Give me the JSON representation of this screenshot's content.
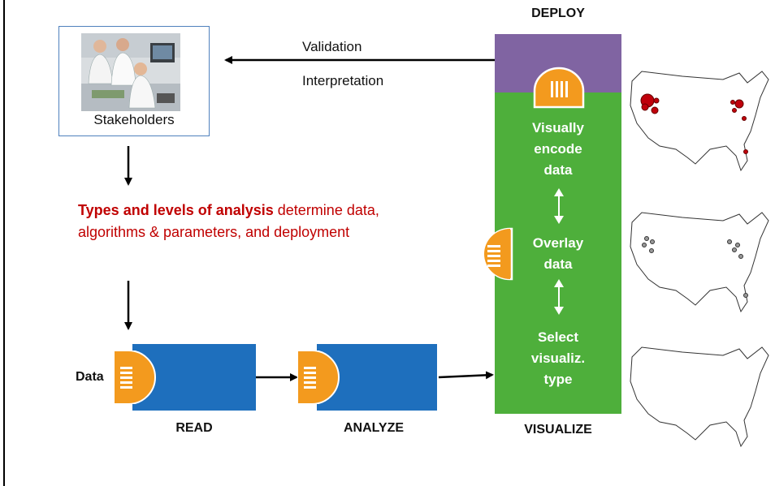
{
  "stakeholders": {
    "label": "Stakeholders"
  },
  "feedback": {
    "top_label": "Validation",
    "bottom_label": "Interpretation"
  },
  "analysis": {
    "highlight": "Types and levels of analysis",
    "rest": " determine data, algorithms & parameters, and deployment"
  },
  "pipeline": {
    "data_label": "Data",
    "read_label": "READ",
    "analyze_label": "ANALYZE",
    "visualize_label": "VISUALIZE",
    "deploy_label": "DEPLOY"
  },
  "visualize_steps": {
    "encode": [
      "Visually",
      "encode",
      "data"
    ],
    "overlay": [
      "Overlay",
      "data"
    ],
    "select": [
      "Select",
      "visualiz.",
      "type"
    ]
  },
  "colors": {
    "purple": "#8064a2",
    "green": "#4eaf3b",
    "blue": "#1e6fbd",
    "orange": "#f39a1e",
    "red_text": "#c00000",
    "map_red": "#c0000b",
    "map_gray": "#999999"
  },
  "icons": {
    "deploy_port": "columns-port-icon",
    "overlay_port": "list-port-icon",
    "read_port": "list-port-icon",
    "analyze_port": "list-port-icon"
  }
}
